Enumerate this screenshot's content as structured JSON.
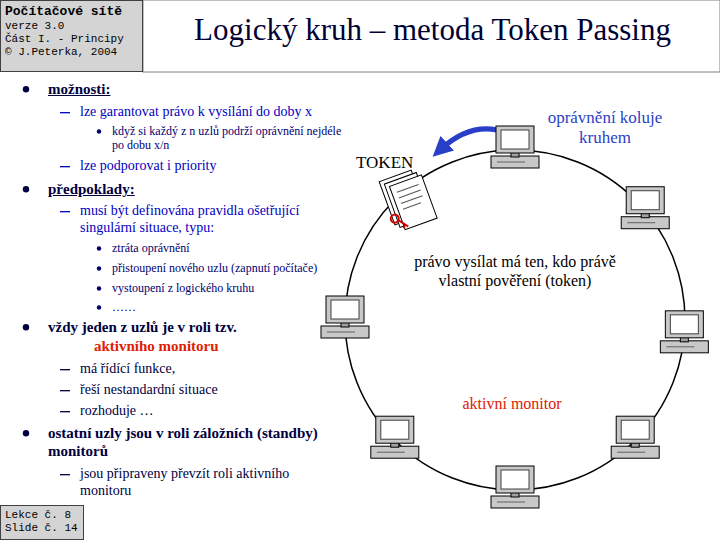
{
  "diagram": {
    "title": "Logický kruh – metoda Token Passing",
    "nodes": [
      {
        "text": [
          "Počítačové sítě",
          "verze 3.0",
          "Část I. - Principy",
          "© J.Peterka, 2004"
        ]
      },
      {
        "text": [
          "Lekce č. 8",
          "Slide č. 14"
        ]
      }
    ],
    "labels": [
      "možnosti:",
      "lze garantovat právo k vysílání do doby x",
      "když si každý z n uzlů podrží oprávnění nejdéle po dobu x/n",
      "lze podporovat i priority",
      "předpoklady:",
      "musí být definována pravidla ošetřující singulární situace, typu:",
      "ztráta oprávnění",
      "přistoupení nového uzlu (zapnutí počítače)",
      "vystoupení z logického kruhu",
      "……",
      "vždy jeden z uzlů je v roli tzv.",
      "aktivního monitoru",
      "má řídící funkce,",
      "řeší nestandardní situace",
      "rozhoduje …",
      "ostatní uzly jsou v roli záložních (standby) monitorů",
      "jsou připraveny převzít roli aktivního monitoru",
      "oprávnění koluje kruhem",
      "TOKEN",
      "právo vysílat má ten, kdo právě vlastní pověření (token)",
      "aktivní monitor"
    ]
  }
}
